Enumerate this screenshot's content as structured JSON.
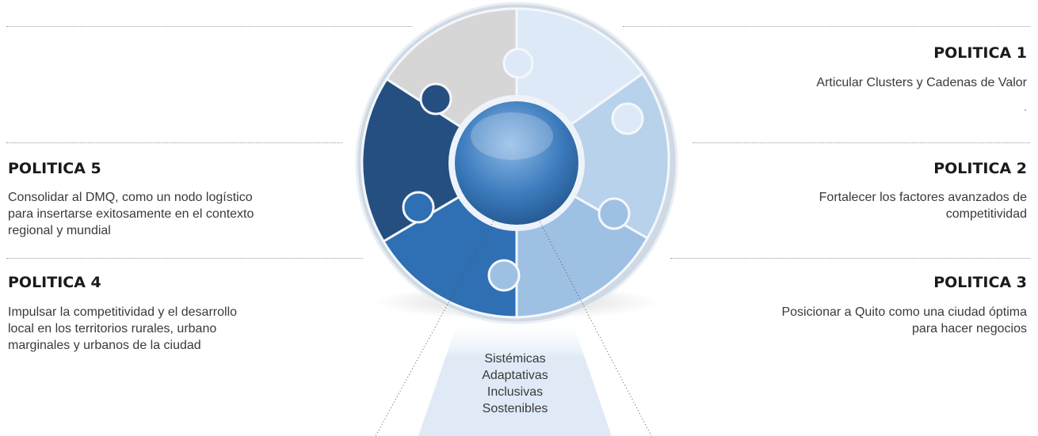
{
  "politicas": [
    {
      "id": 1,
      "title": "POLITICA 1",
      "description": [
        "Articular Clusters y Cadenas de Valor"
      ],
      "note": "."
    },
    {
      "id": 2,
      "title": "POLITICA 2",
      "description": [
        "Fortalecer los factores avanzados de",
        "competitividad"
      ]
    },
    {
      "id": 3,
      "title": "POLITICA 3",
      "description": [
        "Posicionar a Quito como una ciudad óptima",
        "para hacer negocios"
      ]
    },
    {
      "id": 4,
      "title": "POLITICA 4",
      "description": [
        "Impulsar la competitividad y el desarrollo",
        "local en los territorios rurales, urbano",
        "marginales y urbanos de la ciudad"
      ]
    },
    {
      "id": 5,
      "title": "POLITICA 5",
      "description": [
        "Consolidar al DMQ, como un nodo logístico",
        "para insertarse exitosamente en el contexto",
        "regional y mundial"
      ]
    }
  ],
  "attributes": [
    "Sistémicas",
    "Adaptativas",
    "Inclusivas",
    "Sostenibles"
  ],
  "colors": {
    "piece_top_left": "#d6d6d6",
    "piece_top_right": "#dde9f6",
    "piece_right": "#b8d2ec",
    "piece_bottom_right": "#9ec0e3",
    "piece_bottom_left": "#2f6fb3",
    "piece_left": "#244f80",
    "hub": "#3c7bbd",
    "beam": "#dfeaf6"
  }
}
